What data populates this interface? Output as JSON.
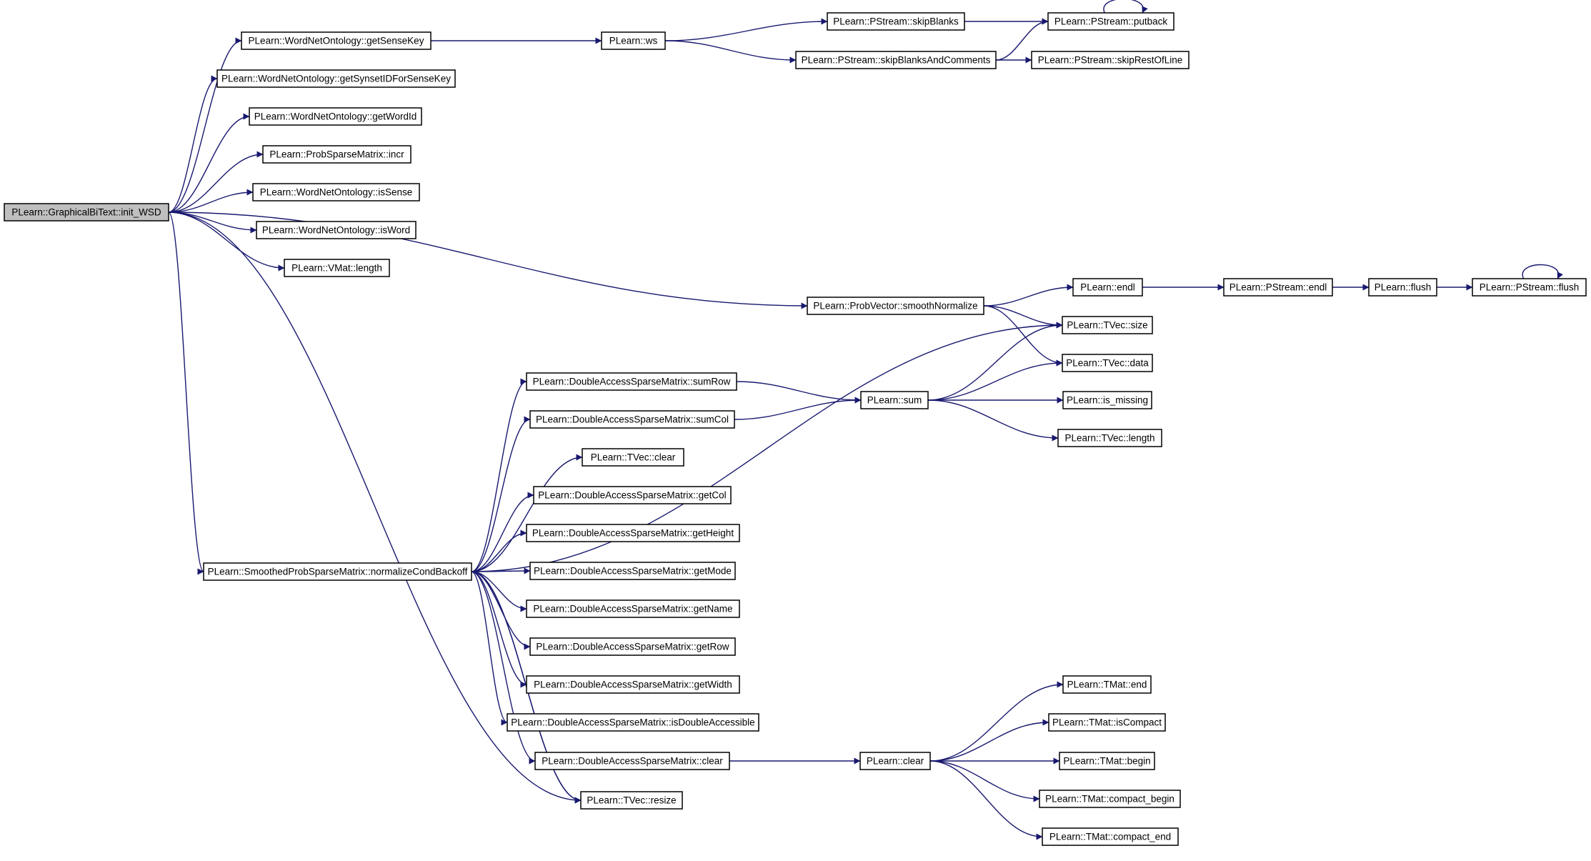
{
  "colors": {
    "edge": "#191970",
    "node_border": "#000000",
    "node_fill": "#ffffff",
    "root_fill": "#bfbfbf",
    "background": "#ffffff"
  },
  "nodes": [
    {
      "id": "n0",
      "label": "PLearn::GraphicalBiText::init_WSD",
      "root": true
    },
    {
      "id": "n1",
      "label": "PLearn::WordNetOntology::getSenseKey"
    },
    {
      "id": "n2",
      "label": "PLearn::WordNetOntology::getSynsetIDForSenseKey"
    },
    {
      "id": "n3",
      "label": "PLearn::WordNetOntology::getWordId"
    },
    {
      "id": "n4",
      "label": "PLearn::ProbSparseMatrix::incr"
    },
    {
      "id": "n5",
      "label": "PLearn::WordNetOntology::isSense"
    },
    {
      "id": "n6",
      "label": "PLearn::WordNetOntology::isWord"
    },
    {
      "id": "n7",
      "label": "PLearn::VMat::length"
    },
    {
      "id": "n8",
      "label": "PLearn::SmoothedProbSparseMatrix::normalizeCondBackoff"
    },
    {
      "id": "n9",
      "label": "PLearn::ProbVector::smoothNormalize"
    },
    {
      "id": "n10",
      "label": "PLearn::TVec::resize"
    },
    {
      "id": "n11",
      "label": "PLearn::ws"
    },
    {
      "id": "n12",
      "label": "PLearn::PStream::skipBlanks"
    },
    {
      "id": "n13",
      "label": "PLearn::PStream::skipBlanksAndComments"
    },
    {
      "id": "n14",
      "label": "PLearn::PStream::putback"
    },
    {
      "id": "n15",
      "label": "PLearn::PStream::skipRestOfLine"
    },
    {
      "id": "n16",
      "label": "PLearn::endl"
    },
    {
      "id": "n17",
      "label": "PLearn::TVec::size"
    },
    {
      "id": "n18",
      "label": "PLearn::TVec::data"
    },
    {
      "id": "n19",
      "label": "PLearn::PStream::endl"
    },
    {
      "id": "n20",
      "label": "PLearn::flush"
    },
    {
      "id": "n21",
      "label": "PLearn::PStream::flush"
    },
    {
      "id": "n22",
      "label": "PLearn::DoubleAccessSparseMatrix::sumRow"
    },
    {
      "id": "n23",
      "label": "PLearn::DoubleAccessSparseMatrix::sumCol"
    },
    {
      "id": "n24",
      "label": "PLearn::TVec::clear"
    },
    {
      "id": "n25",
      "label": "PLearn::DoubleAccessSparseMatrix::getCol"
    },
    {
      "id": "n26",
      "label": "PLearn::DoubleAccessSparseMatrix::getHeight"
    },
    {
      "id": "n27",
      "label": "PLearn::DoubleAccessSparseMatrix::getMode"
    },
    {
      "id": "n28",
      "label": "PLearn::DoubleAccessSparseMatrix::getName"
    },
    {
      "id": "n29",
      "label": "PLearn::DoubleAccessSparseMatrix::getRow"
    },
    {
      "id": "n30",
      "label": "PLearn::DoubleAccessSparseMatrix::getWidth"
    },
    {
      "id": "n31",
      "label": "PLearn::DoubleAccessSparseMatrix::isDoubleAccessible"
    },
    {
      "id": "n32",
      "label": "PLearn::DoubleAccessSparseMatrix::clear"
    },
    {
      "id": "n33",
      "label": "PLearn::sum"
    },
    {
      "id": "n34",
      "label": "PLearn::is_missing"
    },
    {
      "id": "n35",
      "label": "PLearn::TVec::length"
    },
    {
      "id": "n36",
      "label": "PLearn::clear"
    },
    {
      "id": "n37",
      "label": "PLearn::TMat::end"
    },
    {
      "id": "n38",
      "label": "PLearn::TMat::isCompact"
    },
    {
      "id": "n39",
      "label": "PLearn::TMat::begin"
    },
    {
      "id": "n40",
      "label": "PLearn::TMat::compact_begin"
    },
    {
      "id": "n41",
      "label": "PLearn::TMat::compact_end"
    }
  ]
}
